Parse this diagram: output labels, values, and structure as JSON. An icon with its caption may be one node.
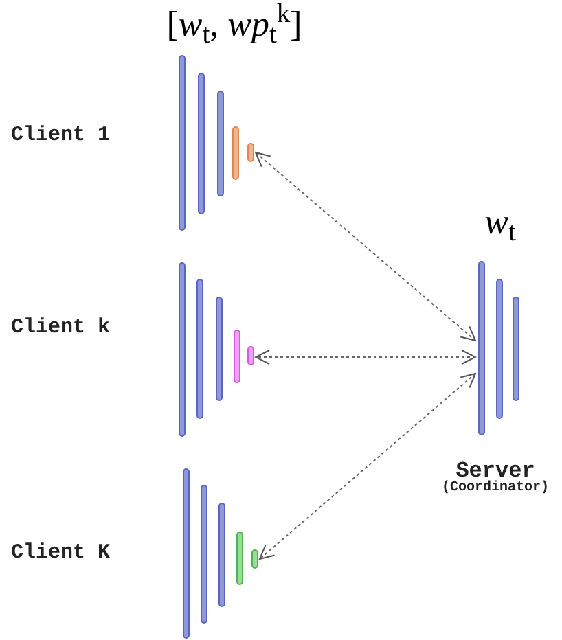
{
  "diagram": {
    "nodes": [
      {
        "text": [],
        "shape": "bar",
        "beside": [
          "Client 1"
        ]
      },
      {
        "text": [],
        "shape": "bar",
        "beside": [
          "Client k"
        ]
      },
      {
        "text": [],
        "shape": "bar",
        "beside": [
          "Client K"
        ]
      },
      {
        "text": [],
        "shape": "bar",
        "beside": [
          "Server",
          "(Coordinator)"
        ]
      }
    ],
    "edges": [
      {
        "from": 3,
        "to": 0,
        "arrow": "both",
        "style": "dashed"
      },
      {
        "from": 3,
        "to": 1,
        "arrow": "both",
        "style": "dashed"
      },
      {
        "from": 3,
        "to": 2,
        "arrow": "both",
        "style": "dashed"
      }
    ],
    "labels": [
      "[*w*$_{t}$, *wp*$_{t}$$^{k}$]",
      "*w*$_{t}$"
    ]
  }
}
